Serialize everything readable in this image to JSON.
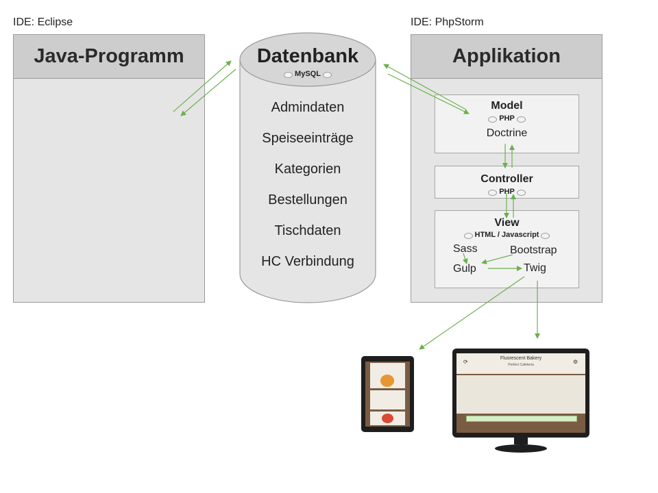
{
  "ide_left": "IDE: Eclipse",
  "ide_right": "IDE: PhpStorm",
  "java_panel": {
    "title": "Java-Programm"
  },
  "database": {
    "title": "Datenbank",
    "engine": "MySQL",
    "items": [
      "Admindaten",
      "Speiseeinträge",
      "Kategorien",
      "Bestellungen",
      "Tischdaten",
      "HC Verbindung"
    ]
  },
  "app_panel": {
    "title": "Applikation",
    "model": {
      "title": "Model",
      "lang": "PHP",
      "lib": "Doctrine"
    },
    "controller": {
      "title": "Controller",
      "lang": "PHP"
    },
    "view": {
      "title": "View",
      "lang": "HTML / Javascript",
      "tools": {
        "sass": "Sass",
        "bootstrap": "Bootstrap",
        "gulp": "Gulp",
        "twig": "Twig"
      }
    }
  },
  "monitor": {
    "heading": "Fluorescent Bakery",
    "subheading": "Perfect Cafeteria"
  },
  "colors": {
    "arrow": "#6ab04c",
    "panel": "#e5e5e5",
    "panel_header": "#cdcdcd",
    "wood": "#7a5c42"
  }
}
